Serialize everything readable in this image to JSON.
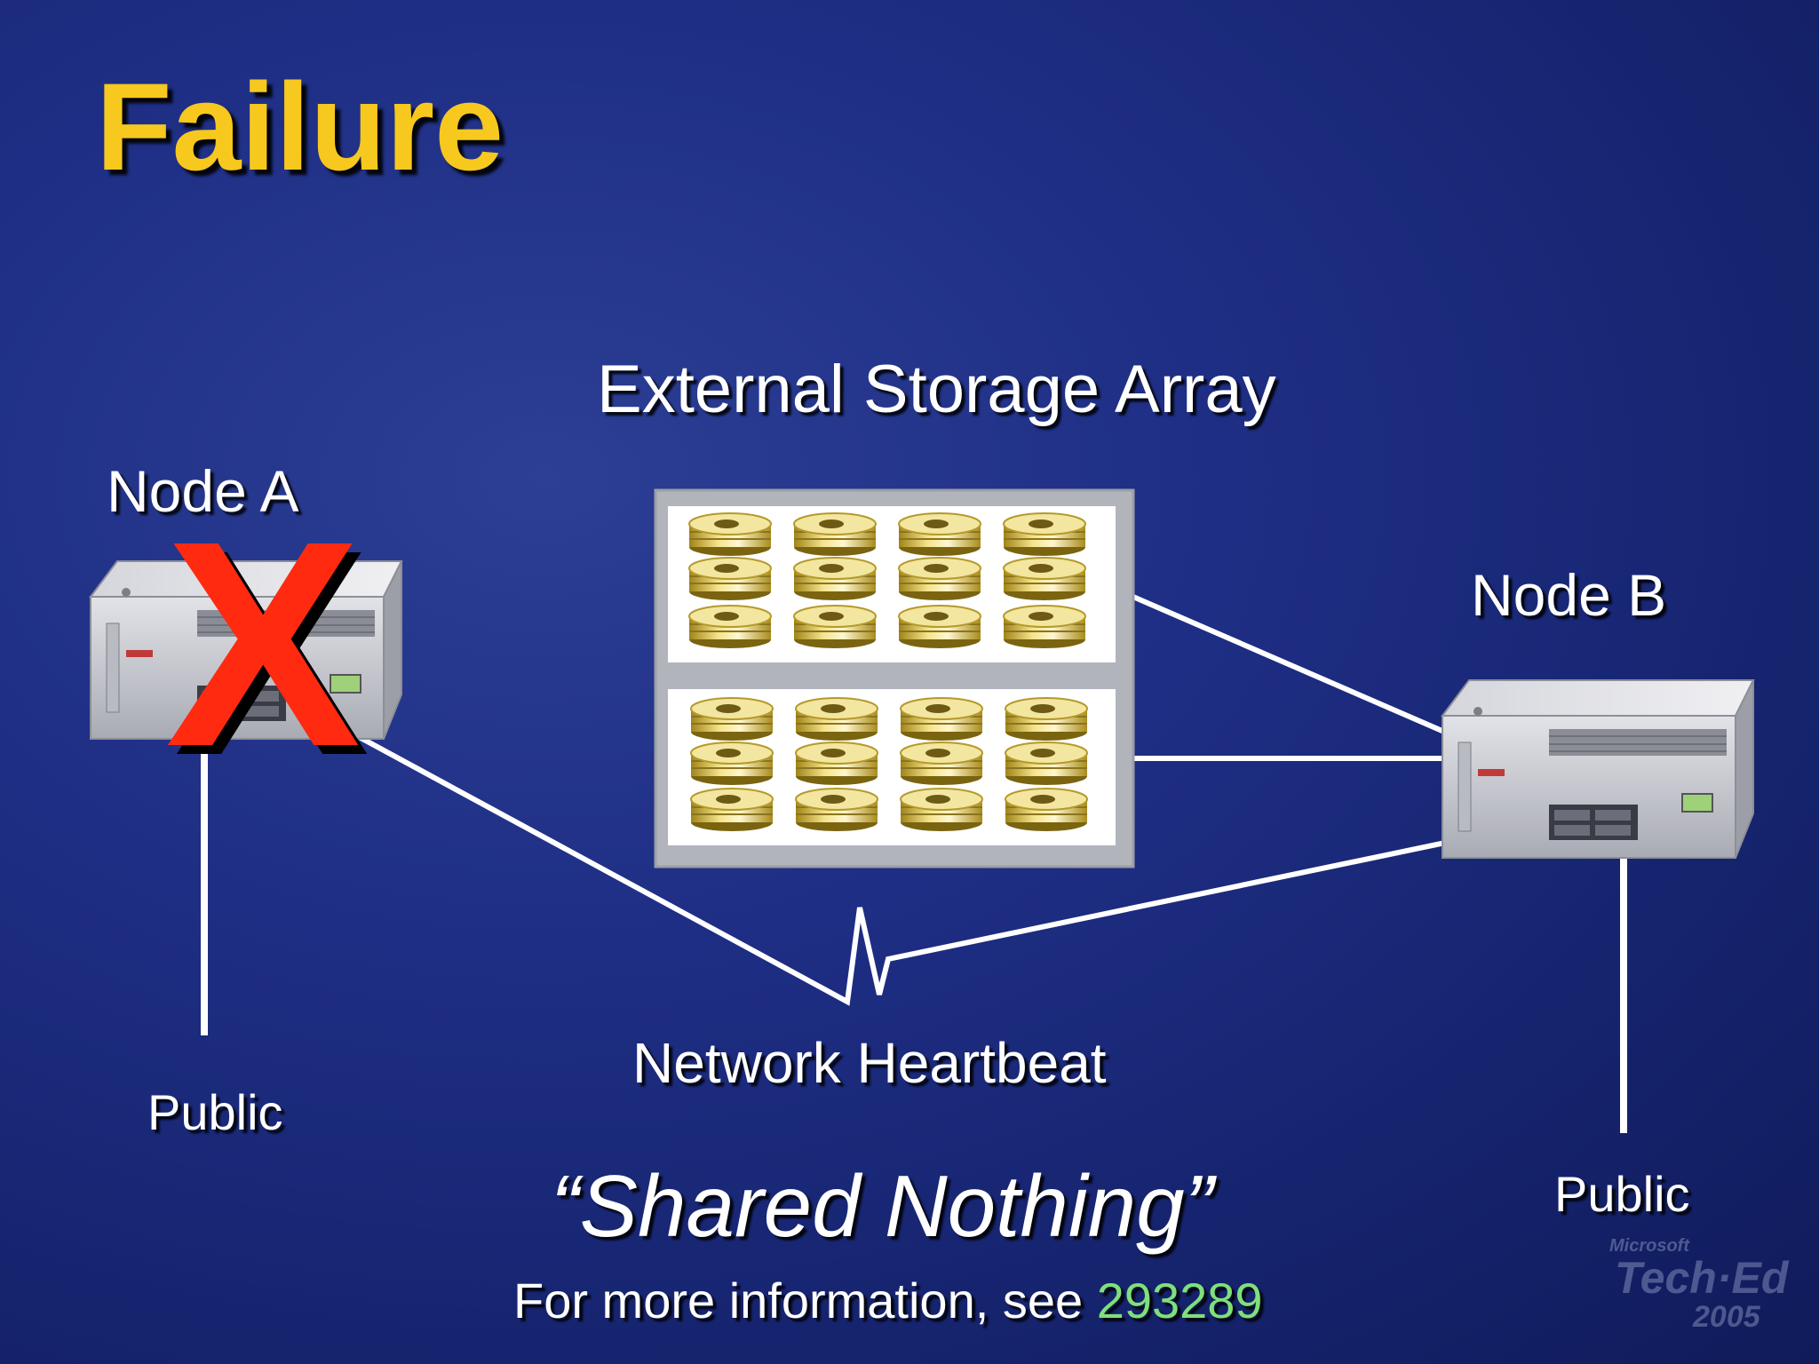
{
  "slide": {
    "title": "Failure",
    "storage_label": "External Storage Array",
    "node_a_label": "Node A",
    "node_b_label": "Node B",
    "heartbeat_label": "Network Heartbeat",
    "public_a_label": "Public",
    "public_b_label": "Public",
    "tagline": "“Shared Nothing”",
    "more_info_prefix": "For more information, see ",
    "more_info_link": "293289",
    "failure_mark": "X"
  },
  "logo": {
    "company": "Microsoft",
    "product": "Tech·Ed",
    "year": "2005"
  },
  "colors": {
    "title": "#f7c81e",
    "background": "#1f2f86",
    "failure_mark": "#ff2a10",
    "link": "#7fe07a",
    "connector": "#ffffff"
  }
}
